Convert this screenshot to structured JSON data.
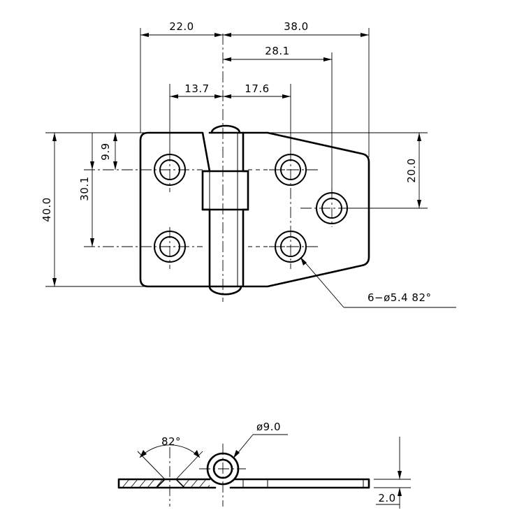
{
  "dimensions": {
    "width_leaf_left": "22.0",
    "width_leaf_right": "38.0",
    "offset_single_hole": "28.1",
    "hole_offset_left": "13.7",
    "hole_offset_right": "17.6",
    "top_to_hole": "9.9",
    "hole_pitch_vertical": "30.1",
    "overall_height": "40.0",
    "single_hole_height": "20.0",
    "hole_callout": "6−ø5.4  82°",
    "countersink_angle": "82°",
    "knuckle_diameter": "ø9.0",
    "thickness": "2.0"
  }
}
